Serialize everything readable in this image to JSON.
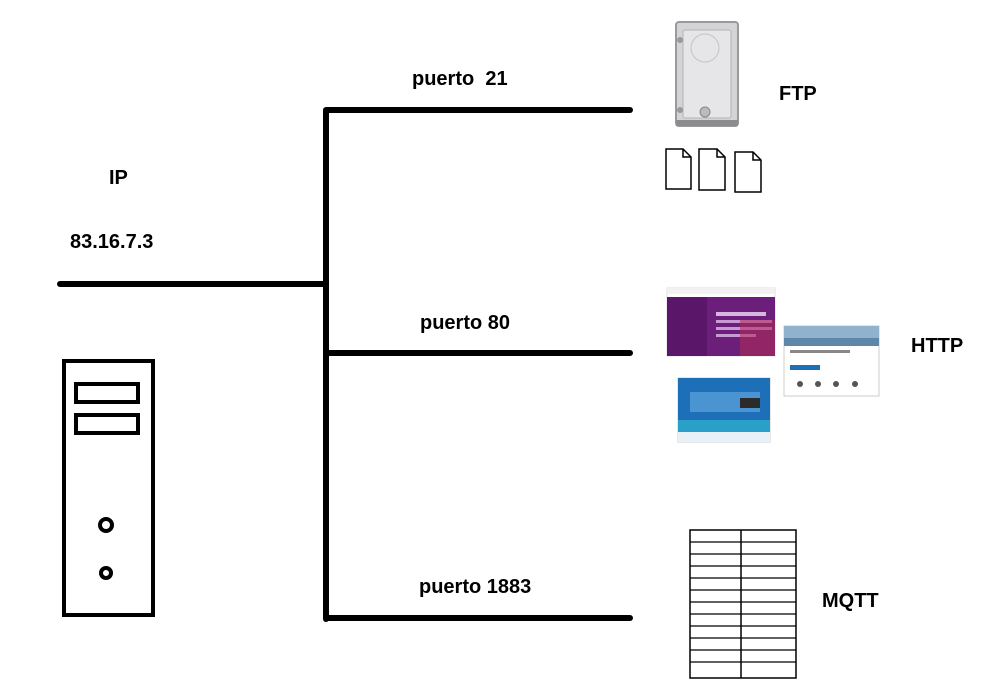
{
  "ip": {
    "title": "IP",
    "address": "83.16.7.3"
  },
  "ports": [
    {
      "label": "puerto  21",
      "service": "FTP"
    },
    {
      "label": "puerto 80",
      "service": "HTTP"
    },
    {
      "label": "puerto 1883",
      "service": "MQTT"
    }
  ],
  "colors": {
    "line": "#000000",
    "disk": "#cfcfd1",
    "web_purple": "#6b1f7a",
    "web_blue": "#1d6fb8"
  }
}
